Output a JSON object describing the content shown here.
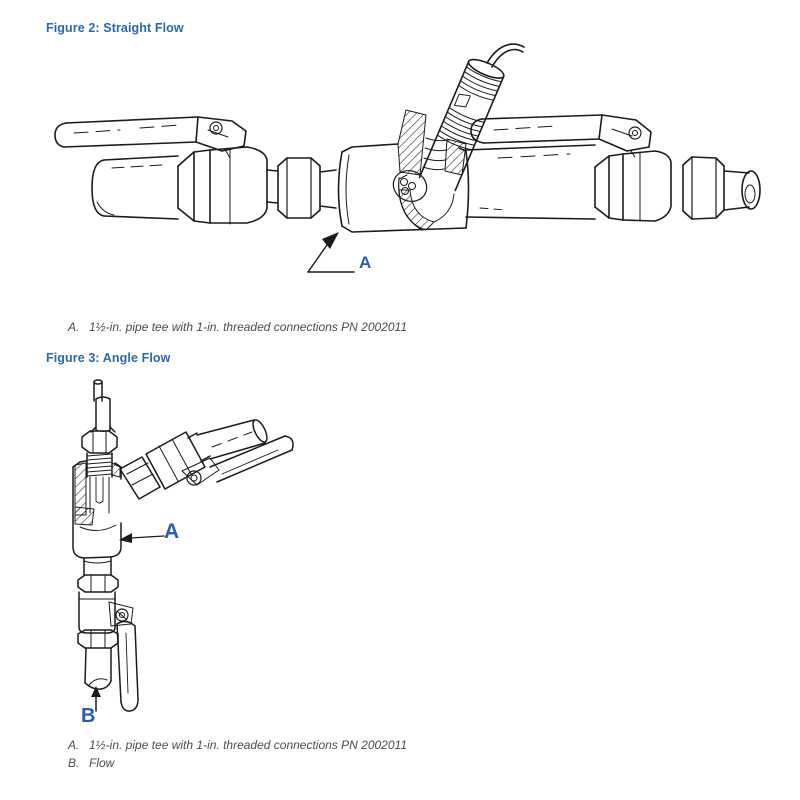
{
  "page": {
    "background": "#ffffff",
    "heading_color": "#2a68ab",
    "callout_color": "#2b5ca8",
    "caption_color": "#4b4b4b",
    "line_color": "#1b1b1b"
  },
  "figure2": {
    "heading": "Figure 2: Straight Flow",
    "callout_a": "A",
    "caption_a": {
      "key": "A.",
      "text": "1½-in. pipe tee with 1-in. threaded connections PN 2002011"
    }
  },
  "figure3": {
    "heading": "Figure 3: Angle Flow",
    "callout_a": "A",
    "callout_b": "B",
    "caption_a": {
      "key": "A.",
      "text": "1½-in. pipe tee with 1-in. threaded connections PN 2002011"
    },
    "caption_b": {
      "key": "B.",
      "text": "Flow"
    }
  }
}
